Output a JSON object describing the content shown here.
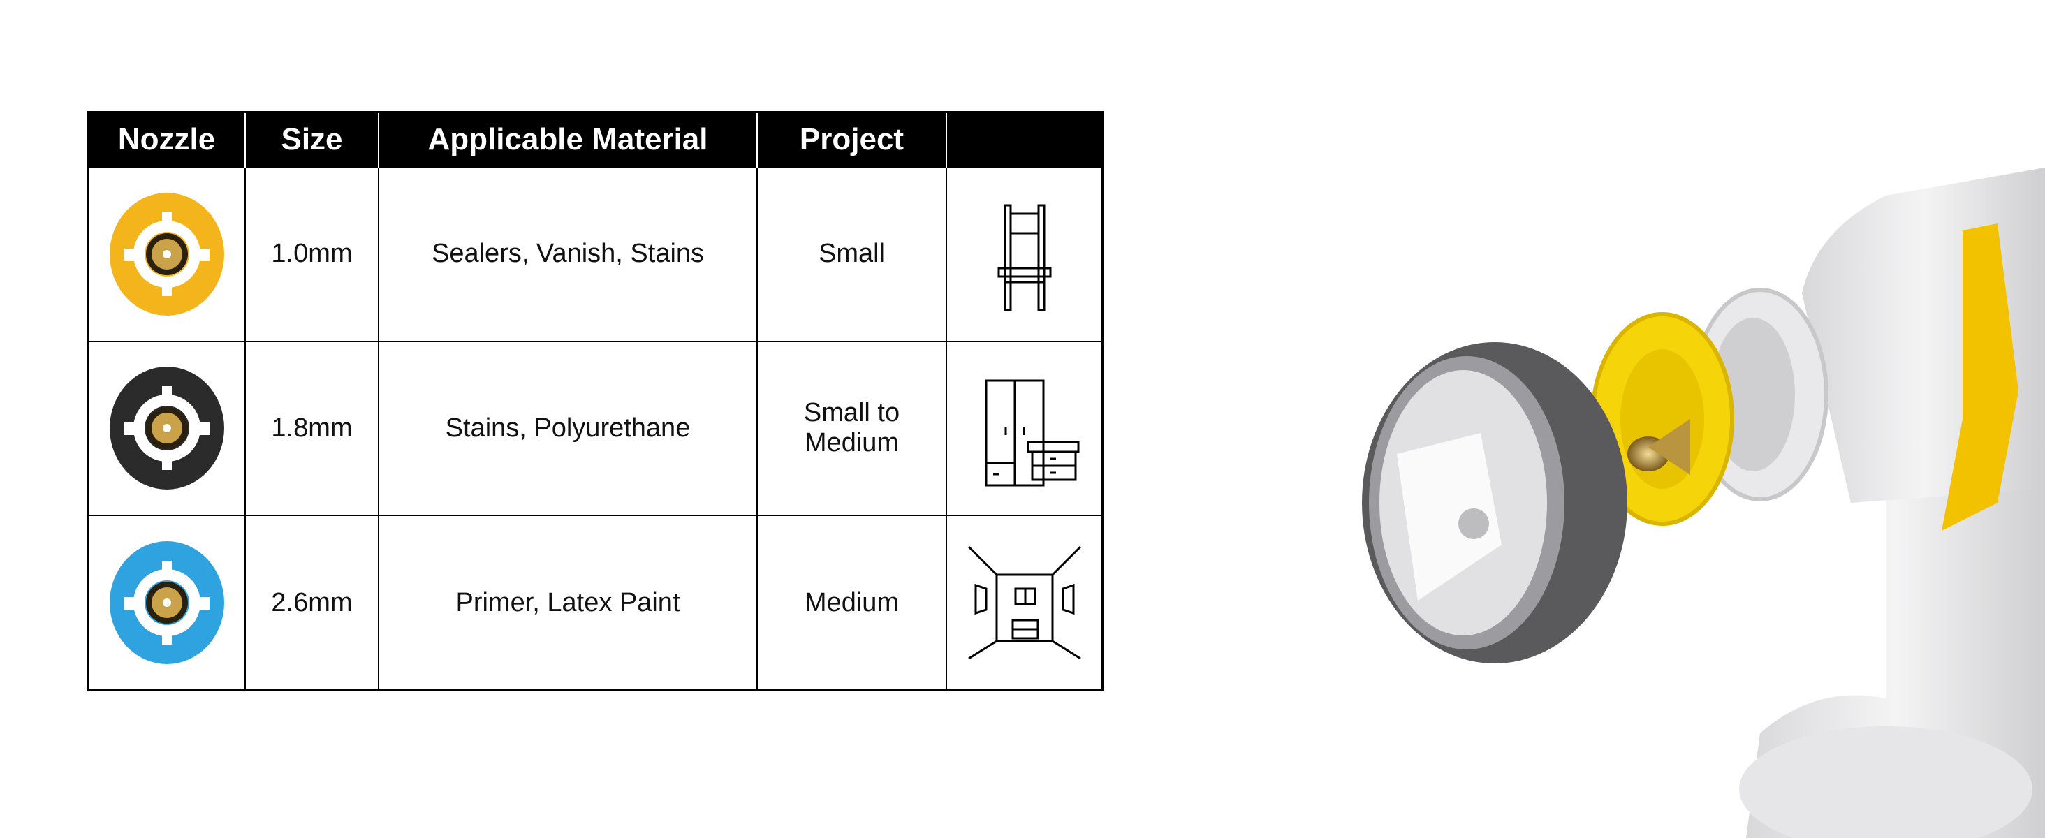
{
  "table": {
    "headers": [
      "Nozzle",
      "Size",
      "Applicable Material",
      "Project",
      ""
    ],
    "rows": [
      {
        "nozzle_color": "#f4b51c",
        "size": "1.0mm",
        "material": "Sealers, Vanish, Stains",
        "project": "Small",
        "icon": "chair-icon"
      },
      {
        "nozzle_color": "#2b2b2b",
        "size": "1.8mm",
        "material": "Stains, Polyurethane",
        "project": "Small to Medium",
        "icon": "wardrobe-nightstand-icon"
      },
      {
        "nozzle_color": "#2ea3e0",
        "size": "2.6mm",
        "material": "Primer, Latex Paint",
        "project": "Medium",
        "icon": "bedroom-icon"
      }
    ]
  }
}
